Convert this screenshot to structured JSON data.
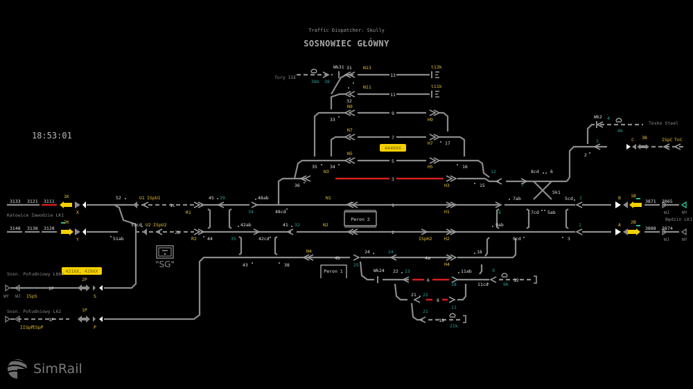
{
  "header": {
    "dispatcher": "Traffic Dispatcher: Skully",
    "station": "SOSNOWIEC GŁÓWNY"
  },
  "clock": "18:53:01",
  "logo": {
    "text": "SimRail",
    "icon": "simrail-logo-icon"
  },
  "colors": {
    "track": "#8c8c8c",
    "occupied": "#d61f1f",
    "signal_label": "#e8c23a",
    "switch_label": "#2aa39a",
    "train_badge": "#f5d000",
    "route_arrow": "#f5d000",
    "free_indicator": "#27c093"
  },
  "train_badges": [
    {
      "id": "badge-6440",
      "text": "6440XX"
    },
    {
      "id": "badge-421",
      "text": "421XX, 429XX"
    }
  ],
  "lines": {
    "tory_ise": "Tory ISE",
    "tesko_steel": "Tesko Steel",
    "katowice": "Katowice Zawodzie LK1",
    "bedzin": "Będzin LK1",
    "sosn_l660": "Sosn. Południowy L660",
    "sosn_l62": "Sosn. Południowy L62"
  },
  "platforms": {
    "peron1": "Peron 1",
    "peron2": "Peron 2",
    "sg": "\"SG\""
  },
  "blocks_left": {
    "row1": [
      "3133",
      "3121",
      "3111"
    ],
    "row2": [
      "3148",
      "3138",
      "3128"
    ]
  },
  "blocks_right": {
    "row1": [
      "3871",
      "3865"
    ],
    "row2": [
      "3888",
      "3874"
    ]
  },
  "tracks": {
    "t1": "1",
    "t2": "2",
    "t3": "3",
    "t4a": "4a",
    "t4b": "4b",
    "t5": "5",
    "t6": "6",
    "t7": "7",
    "t8": "8",
    "t9": "9",
    "t11": "11",
    "t12": "12",
    "t13": "13",
    "t18": "18",
    "t1c": "1c",
    "t2b": "2b",
    "t2P": "2P",
    "t1P": "1P"
  },
  "signals": {
    "N1": "N1",
    "N2": "N2",
    "N3": "N3",
    "N4": "N4",
    "N5": "N5",
    "N7": "N7",
    "N9": "N9",
    "N11": "N11",
    "N13": "N13",
    "H1": "H1",
    "H2": "H2",
    "H3": "H3",
    "H4": "H4",
    "H5": "H5",
    "H7": "H7",
    "H9": "H9",
    "U1": "U1",
    "U2": "U2",
    "ISpU1": "ISpU1",
    "ISpU2": "ISpU2",
    "R1": "R1",
    "R2": "R2",
    "X": "X",
    "Y": "Y",
    "S": "S",
    "P": "P",
    "A": "A",
    "B": "B",
    "C": "C",
    "1K": "1K",
    "2K": "2K",
    "1B": "1B",
    "2B": "2B",
    "3B": "3B",
    "2P": "2P",
    "1P": "1P",
    "ISpH2": "ISpH2",
    "ISpS": "ISpS",
    "IISpP": "IISpP",
    "ISpP": "ISpP",
    "ISpC": "ISpC",
    "TnC": "TnC",
    "t13k": "t13k",
    "t11k": "t11k",
    "WY": "WY",
    "WJ": "WJ"
  },
  "switches": {
    "s52": "52",
    "s51cd": "51cd",
    "s51ab": "51ab",
    "s45": "45",
    "s39": "39",
    "s44": "44",
    "s42ab": "42ab",
    "s42cd": "42cd",
    "s48ab": "48ab",
    "s48cd": "48cd",
    "s34a": "34",
    "s35a": "35",
    "s41": "41",
    "s32": "32",
    "s43": "43",
    "s38": "38",
    "s36": "36",
    "s35": "35",
    "s34": "34",
    "s33": "33",
    "s32b": "32",
    "s31": "31",
    "s16": "16",
    "s15": "15",
    "s17": "17",
    "s12": "12",
    "s7": "7",
    "s8cd": "8cd",
    "s6": "6",
    "s7ab": "7ab",
    "s8": "8",
    "s7cd": "7cd",
    "s5ab": "5ab",
    "s5cd": "5cd",
    "s2": "2",
    "s1": "1",
    "s9ab": "9ab",
    "s9cd": "9cd",
    "s3": "3",
    "s3b": "3",
    "s2b": "2",
    "s4": "4",
    "s4k": "4k",
    "s24": "24",
    "s24b": "24",
    "s25": "25",
    "s18": "18",
    "s22": "22",
    "s23": "23",
    "s11ab": "11ab",
    "s11cd": "11cd",
    "s9": "9",
    "s9k": "9k",
    "s18b": "18",
    "s21": "21",
    "s22b": "22",
    "s11": "11",
    "s21b": "21",
    "s21k": "21k",
    "s38k": "38k",
    "s38b": "38",
    "Wk31": "Wk31",
    "Wk24": "Wk24",
    "Wk2": "Wk2",
    "Sk1": "Sk1"
  }
}
